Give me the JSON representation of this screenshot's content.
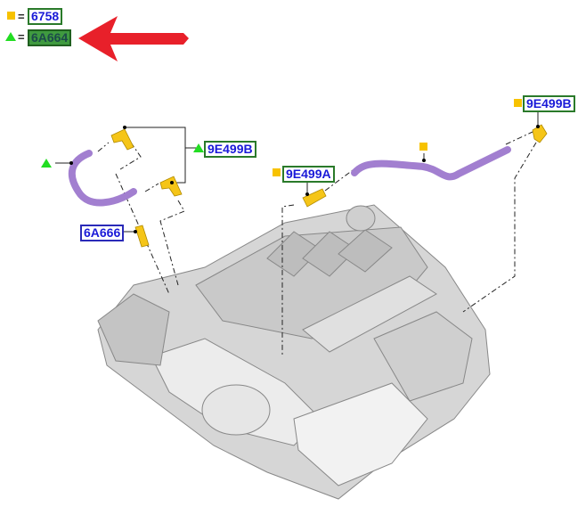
{
  "legend": [
    {
      "symbol": "square",
      "color": "#f7c200",
      "equals": "=",
      "part": "6758"
    },
    {
      "symbol": "triangle",
      "color": "#22dd22",
      "equals": "=",
      "part": "6A664"
    }
  ],
  "callouts": {
    "left_connector": "9E499B",
    "middle_connector": "9E499A",
    "right_connector": "9E499B",
    "valve": "6A666"
  },
  "colors": {
    "arrow": "#e8202a",
    "hose": "#b48ce0",
    "connector": "#f5c518",
    "engine": "#d4d4d4"
  }
}
